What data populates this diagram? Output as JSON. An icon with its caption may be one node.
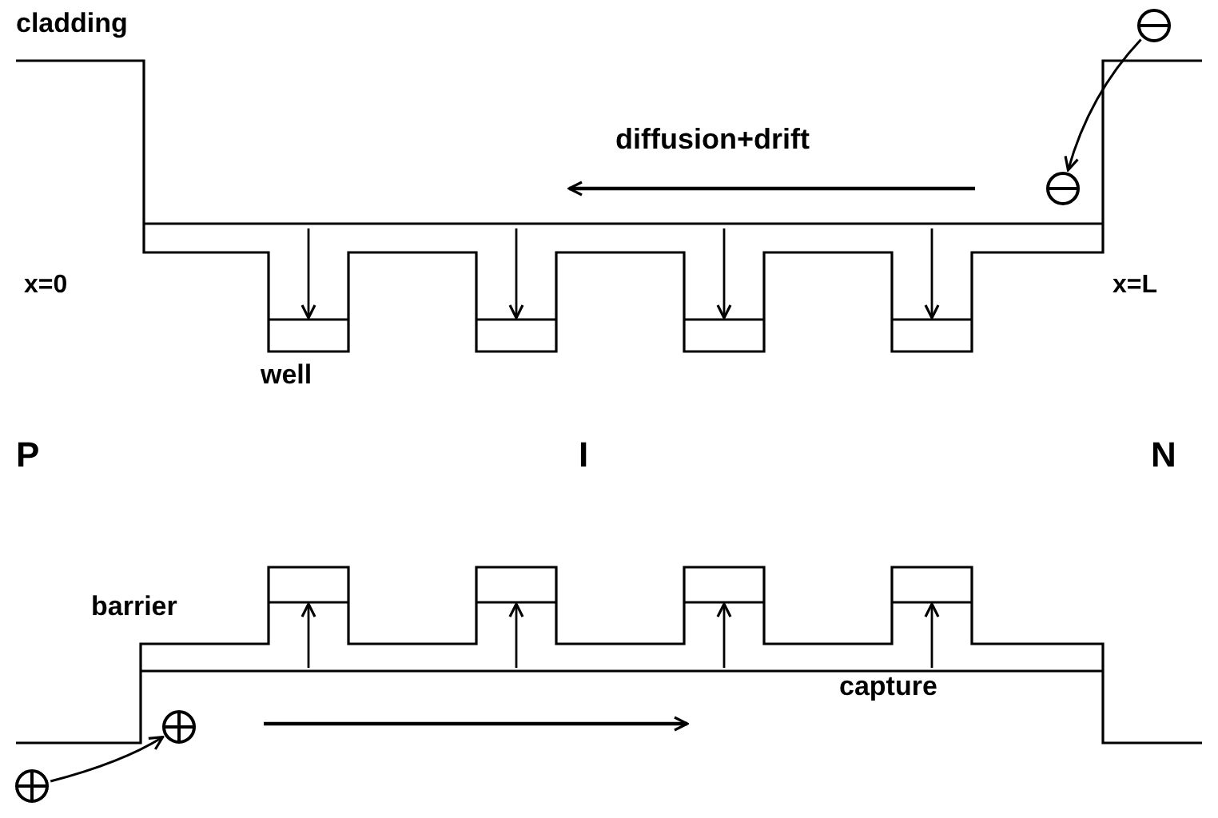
{
  "diagram": {
    "nodes": [
      {
        "text": [],
        "shape": "circle"
      },
      {
        "text": [],
        "shape": "circle"
      },
      {
        "text": [],
        "shape": "circle"
      },
      {
        "text": [],
        "shape": "circle"
      }
    ],
    "edges": [
      {
        "from": 0,
        "to": 1,
        "arrow": "to"
      },
      {
        "from": 3,
        "to": 2,
        "arrow": "to"
      }
    ],
    "labels": [
      "cladding",
      "diffusion+drift",
      "x=0",
      "x=L",
      "well",
      "P",
      "I",
      "N",
      "barrier",
      "capture"
    ]
  }
}
